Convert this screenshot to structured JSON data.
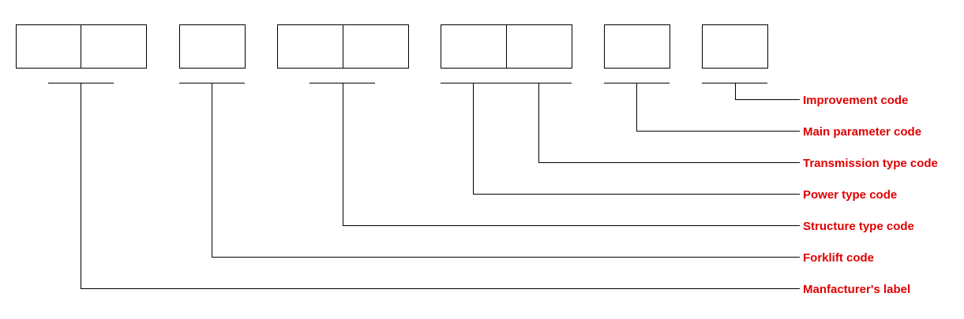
{
  "labels": {
    "improvement": "Improvement code",
    "main_parameter": "Main parameter code",
    "transmission_type": "Transmission type code",
    "power_type": "Power type code",
    "structure_type": "Structure type code",
    "forklift": "Forklift code",
    "manufacturer": "Manfacturer's label"
  },
  "colors": {
    "label": "#e00000",
    "line": "#000000"
  }
}
